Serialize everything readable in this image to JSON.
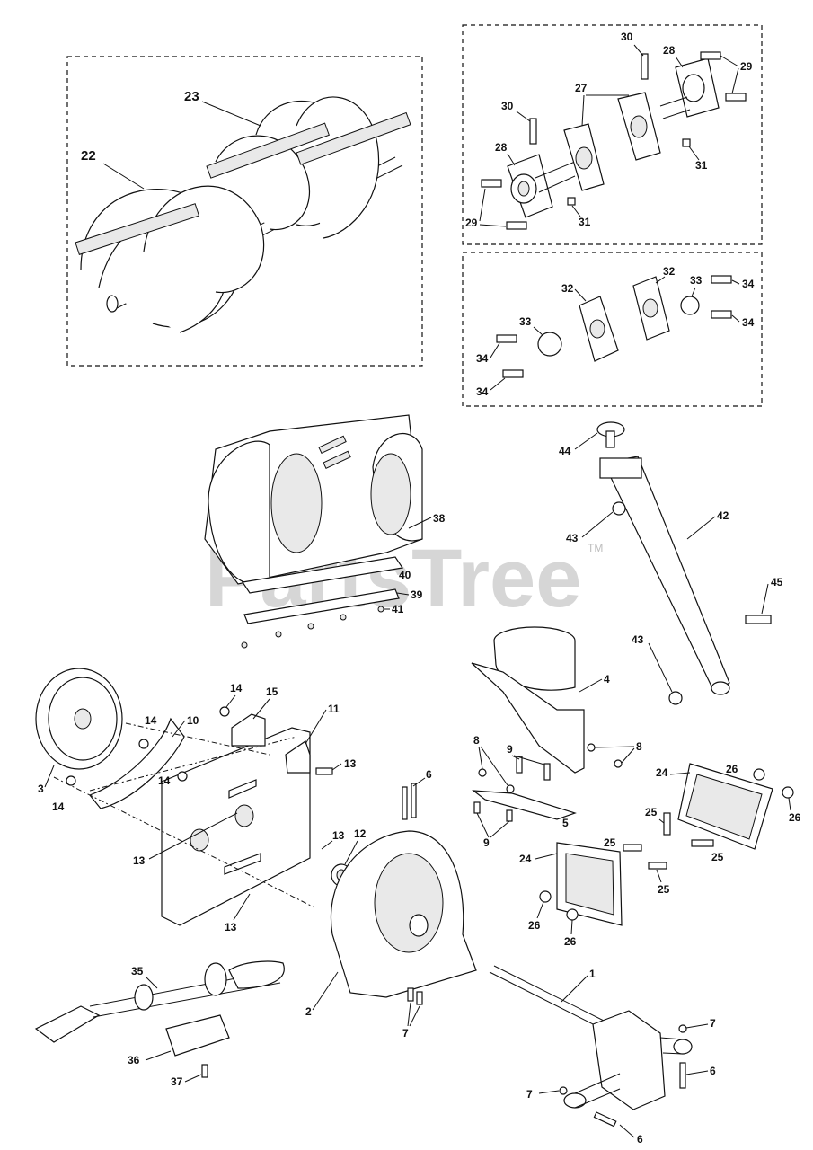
{
  "watermark": {
    "text": "PartsTree",
    "tm": "TM"
  },
  "callouts": {
    "c1": "1",
    "c2": "2",
    "c3": "3",
    "c4": "4",
    "c5": "5",
    "c6a": "6",
    "c6b": "6",
    "c6c": "6",
    "c7a": "7",
    "c7b": "7",
    "c7c": "7",
    "c8a": "8",
    "c8b": "8",
    "c9a": "9",
    "c9b": "9",
    "c10": "10",
    "c11": "11",
    "c12": "12",
    "c13a": "13",
    "c13b": "13",
    "c13c": "13",
    "c13d": "13",
    "c14a": "14",
    "c14b": "14",
    "c14c": "14",
    "c14d": "14",
    "c15": "15",
    "c22": "22",
    "c23": "23",
    "c24a": "24",
    "c24b": "24",
    "c25a": "25",
    "c25b": "25",
    "c25c": "25",
    "c25d": "25",
    "c26a": "26",
    "c26b": "26",
    "c26c": "26",
    "c26d": "26",
    "c27": "27",
    "c28a": "28",
    "c28b": "28",
    "c29a": "29",
    "c29b": "29",
    "c30a": "30",
    "c30b": "30",
    "c31a": "31",
    "c31b": "31",
    "c32a": "32",
    "c32b": "32",
    "c33a": "33",
    "c33b": "33",
    "c34a": "34",
    "c34b": "34",
    "c34c": "34",
    "c34d": "34",
    "c35": "35",
    "c36": "36",
    "c37": "37",
    "c38": "38",
    "c39": "39",
    "c40": "40",
    "c41": "41",
    "c42": "42",
    "c43a": "43",
    "c43b": "43",
    "c44": "44",
    "c45": "45"
  }
}
